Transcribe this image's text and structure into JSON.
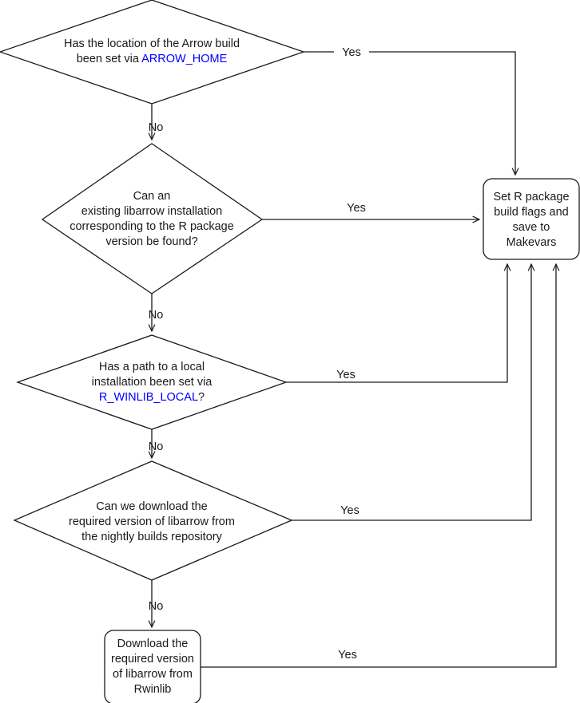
{
  "diagram": {
    "type": "flowchart",
    "title": "libarrow build resolution flowchart",
    "accent_link_color": "#0000ff",
    "line_color": "#1a1a1a",
    "background_color": "#ffffff",
    "nodes": [
      {
        "id": "d1",
        "shape": "diamond",
        "lines": [
          {
            "segments": [
              {
                "text": "Has the location of the Arrow build",
                "style": "plain"
              }
            ]
          },
          {
            "segments": [
              {
                "text": "been set via ",
                "style": "plain"
              },
              {
                "text": "ARROW_HOME",
                "style": "link"
              }
            ]
          }
        ]
      },
      {
        "id": "d2",
        "shape": "diamond",
        "lines": [
          {
            "segments": [
              {
                "text": "Can an",
                "style": "plain"
              }
            ]
          },
          {
            "segments": [
              {
                "text": "existing libarrow installation",
                "style": "plain"
              }
            ]
          },
          {
            "segments": [
              {
                "text": "corresponding to the R package",
                "style": "plain"
              }
            ]
          },
          {
            "segments": [
              {
                "text": "version be found?",
                "style": "plain"
              }
            ]
          }
        ]
      },
      {
        "id": "d3",
        "shape": "diamond",
        "lines": [
          {
            "segments": [
              {
                "text": "Has a path to a local",
                "style": "plain"
              }
            ]
          },
          {
            "segments": [
              {
                "text": "installation been set via",
                "style": "plain"
              }
            ]
          },
          {
            "segments": [
              {
                "text": "R_WINLIB_LOCAL",
                "style": "link"
              },
              {
                "text": "?",
                "style": "plain"
              }
            ]
          }
        ]
      },
      {
        "id": "d4",
        "shape": "diamond",
        "lines": [
          {
            "segments": [
              {
                "text": "Can we download the",
                "style": "plain"
              }
            ]
          },
          {
            "segments": [
              {
                "text": "required version of libarrow from",
                "style": "plain"
              }
            ]
          },
          {
            "segments": [
              {
                "text": "the nightly builds repository",
                "style": "plain"
              }
            ]
          }
        ]
      },
      {
        "id": "p1",
        "shape": "rounded-rect",
        "lines": [
          {
            "segments": [
              {
                "text": "Set R package",
                "style": "plain"
              }
            ]
          },
          {
            "segments": [
              {
                "text": "build flags and",
                "style": "plain"
              }
            ]
          },
          {
            "segments": [
              {
                "text": "save to",
                "style": "plain"
              }
            ]
          },
          {
            "segments": [
              {
                "text": "Makevars",
                "style": "plain"
              }
            ]
          }
        ]
      },
      {
        "id": "p2",
        "shape": "rounded-rect",
        "lines": [
          {
            "segments": [
              {
                "text": "Download the",
                "style": "plain"
              }
            ]
          },
          {
            "segments": [
              {
                "text": "required version",
                "style": "plain"
              }
            ]
          },
          {
            "segments": [
              {
                "text": "of libarrow from",
                "style": "plain"
              }
            ]
          },
          {
            "segments": [
              {
                "text": "Rwinlib",
                "style": "plain"
              }
            ]
          }
        ]
      }
    ],
    "edge_labels": {
      "d1_yes": "Yes",
      "d1_no": "No",
      "d2_yes": "Yes",
      "d2_no": "No",
      "d3_yes": "Yes",
      "d3_no": "No",
      "d4_yes": "Yes",
      "d4_no": "No",
      "p2_yes": "Yes"
    }
  }
}
